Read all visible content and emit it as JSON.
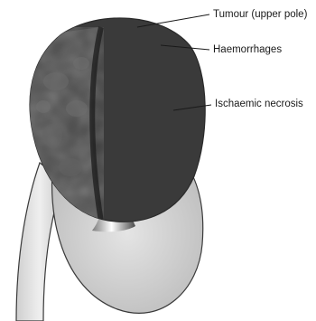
{
  "labels": {
    "tumour": "Tumour (upper pole)",
    "haemorrhages": "Haemorrhages",
    "ischaemic_necrosis": "Ischaemic necrosis"
  },
  "colors": {
    "background": "#ffffff",
    "outline": "#3a3a3a",
    "tumour_dark": "#3a3a3a",
    "tumour_mottle": "#5a5a5a",
    "kidney_lower": "#d4d4d4",
    "ureter": "#e2e2e2"
  }
}
